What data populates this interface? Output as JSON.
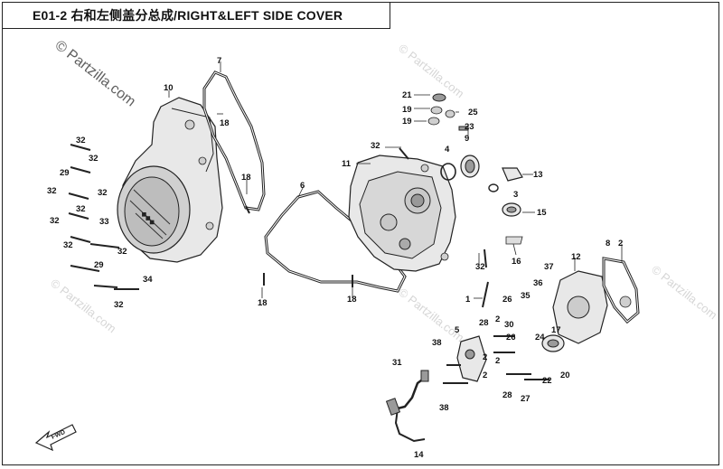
{
  "header": {
    "title": "E01-2  右和左侧盖分总成/RIGHT&LEFT SIDE COVER"
  },
  "watermarks": {
    "main": "© Partzilla.com",
    "faint": "© Partzilla.com"
  },
  "arrow": {
    "label": "FWD"
  },
  "callouts": [
    {
      "id": "c1",
      "label": "1"
    },
    {
      "id": "c2a",
      "label": "2"
    },
    {
      "id": "c2b",
      "label": "2"
    },
    {
      "id": "c2c",
      "label": "2"
    },
    {
      "id": "c2d",
      "label": "2"
    },
    {
      "id": "c2e",
      "label": "2"
    },
    {
      "id": "c3",
      "label": "3"
    },
    {
      "id": "c4",
      "label": "4"
    },
    {
      "id": "c5",
      "label": "5"
    },
    {
      "id": "c6",
      "label": "6"
    },
    {
      "id": "c7",
      "label": "7"
    },
    {
      "id": "c8",
      "label": "8"
    },
    {
      "id": "c9",
      "label": "9"
    },
    {
      "id": "c10",
      "label": "10"
    },
    {
      "id": "c11",
      "label": "11"
    },
    {
      "id": "c12",
      "label": "12"
    },
    {
      "id": "c13",
      "label": "13"
    },
    {
      "id": "c14",
      "label": "14"
    },
    {
      "id": "c15",
      "label": "15"
    },
    {
      "id": "c16",
      "label": "16"
    },
    {
      "id": "c17",
      "label": "17"
    },
    {
      "id": "c18a",
      "label": "18"
    },
    {
      "id": "c18b",
      "label": "18"
    },
    {
      "id": "c18c",
      "label": "18"
    },
    {
      "id": "c18d",
      "label": "18"
    },
    {
      "id": "c19a",
      "label": "19"
    },
    {
      "id": "c19b",
      "label": "19"
    },
    {
      "id": "c20",
      "label": "20"
    },
    {
      "id": "c21",
      "label": "21"
    },
    {
      "id": "c22",
      "label": "22"
    },
    {
      "id": "c23",
      "label": "23"
    },
    {
      "id": "c24",
      "label": "24"
    },
    {
      "id": "c25",
      "label": "25"
    },
    {
      "id": "c26a",
      "label": "26"
    },
    {
      "id": "c26b",
      "label": "26"
    },
    {
      "id": "c27",
      "label": "27"
    },
    {
      "id": "c28a",
      "label": "28"
    },
    {
      "id": "c28b",
      "label": "28"
    },
    {
      "id": "c29a",
      "label": "29"
    },
    {
      "id": "c29b",
      "label": "29"
    },
    {
      "id": "c30",
      "label": "30"
    },
    {
      "id": "c31",
      "label": "31"
    },
    {
      "id": "c32a",
      "label": "32"
    },
    {
      "id": "c32b",
      "label": "32"
    },
    {
      "id": "c32c",
      "label": "32"
    },
    {
      "id": "c32d",
      "label": "32"
    },
    {
      "id": "c32e",
      "label": "32"
    },
    {
      "id": "c32f",
      "label": "32"
    },
    {
      "id": "c32g",
      "label": "32"
    },
    {
      "id": "c32h",
      "label": "32"
    },
    {
      "id": "c32i",
      "label": "32"
    },
    {
      "id": "c32j",
      "label": "32"
    },
    {
      "id": "c32k",
      "label": "32"
    },
    {
      "id": "c33",
      "label": "33"
    },
    {
      "id": "c34",
      "label": "34"
    },
    {
      "id": "c35",
      "label": "35"
    },
    {
      "id": "c36",
      "label": "36"
    },
    {
      "id": "c37",
      "label": "37"
    },
    {
      "id": "c38a",
      "label": "38"
    },
    {
      "id": "c38b",
      "label": "38"
    }
  ]
}
